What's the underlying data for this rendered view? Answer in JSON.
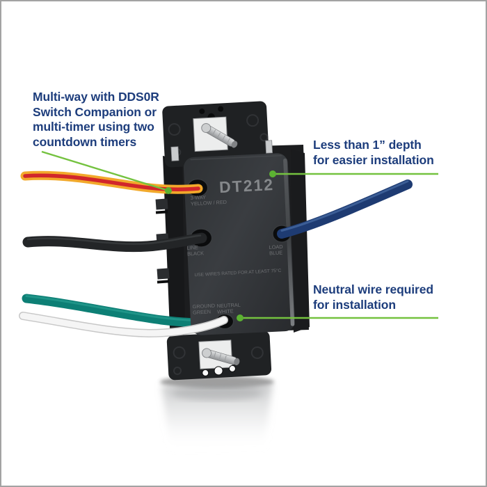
{
  "scene": {
    "description": "Annotated product photo of a black in-wall countdown timer switch with five wires attached",
    "background": "#ffffff",
    "border_color": "#a3a3a3"
  },
  "colors": {
    "accent_green": "#74c23f",
    "callout_dot_green": "#5cb232",
    "text_navy": "#1d3d7c",
    "device_body": "#323539",
    "wire_yellow": "#f2a92b",
    "wire_red_stripe": "#d1262b",
    "wire_black": "#232527",
    "wire_blue": "#1e3b72",
    "wire_green": "#0d7f75",
    "wire_white": "#f5f5f5"
  },
  "callouts": {
    "multiway": {
      "lines": [
        "Multi-way with DDS0R",
        "Switch Companion or",
        "multi-timer using two",
        "countdown timers"
      ]
    },
    "depth": {
      "lines": [
        "Less than 1” depth",
        "for easier installation"
      ]
    },
    "neutral": {
      "lines": [
        "Neutral wire required",
        "for installation"
      ]
    }
  },
  "device": {
    "model": "DT212",
    "rating_text": "USE WIRES RATED FOR AT LEAST 75°C",
    "terminals": [
      {
        "label_line1": "3-WAY",
        "label_line2": "YELLOW / RED",
        "wire": "yellow-red"
      },
      {
        "label_line1": "LINE",
        "label_line2": "BLACK",
        "wire": "black"
      },
      {
        "label_line1": "LOAD",
        "label_line2": "BLUE",
        "wire": "blue"
      },
      {
        "label_line1": "GROUND",
        "label_line2": "GREEN",
        "wire": "green"
      },
      {
        "label_line1": "NEUTRAL",
        "label_line2": "WHITE",
        "wire": "white"
      }
    ]
  }
}
